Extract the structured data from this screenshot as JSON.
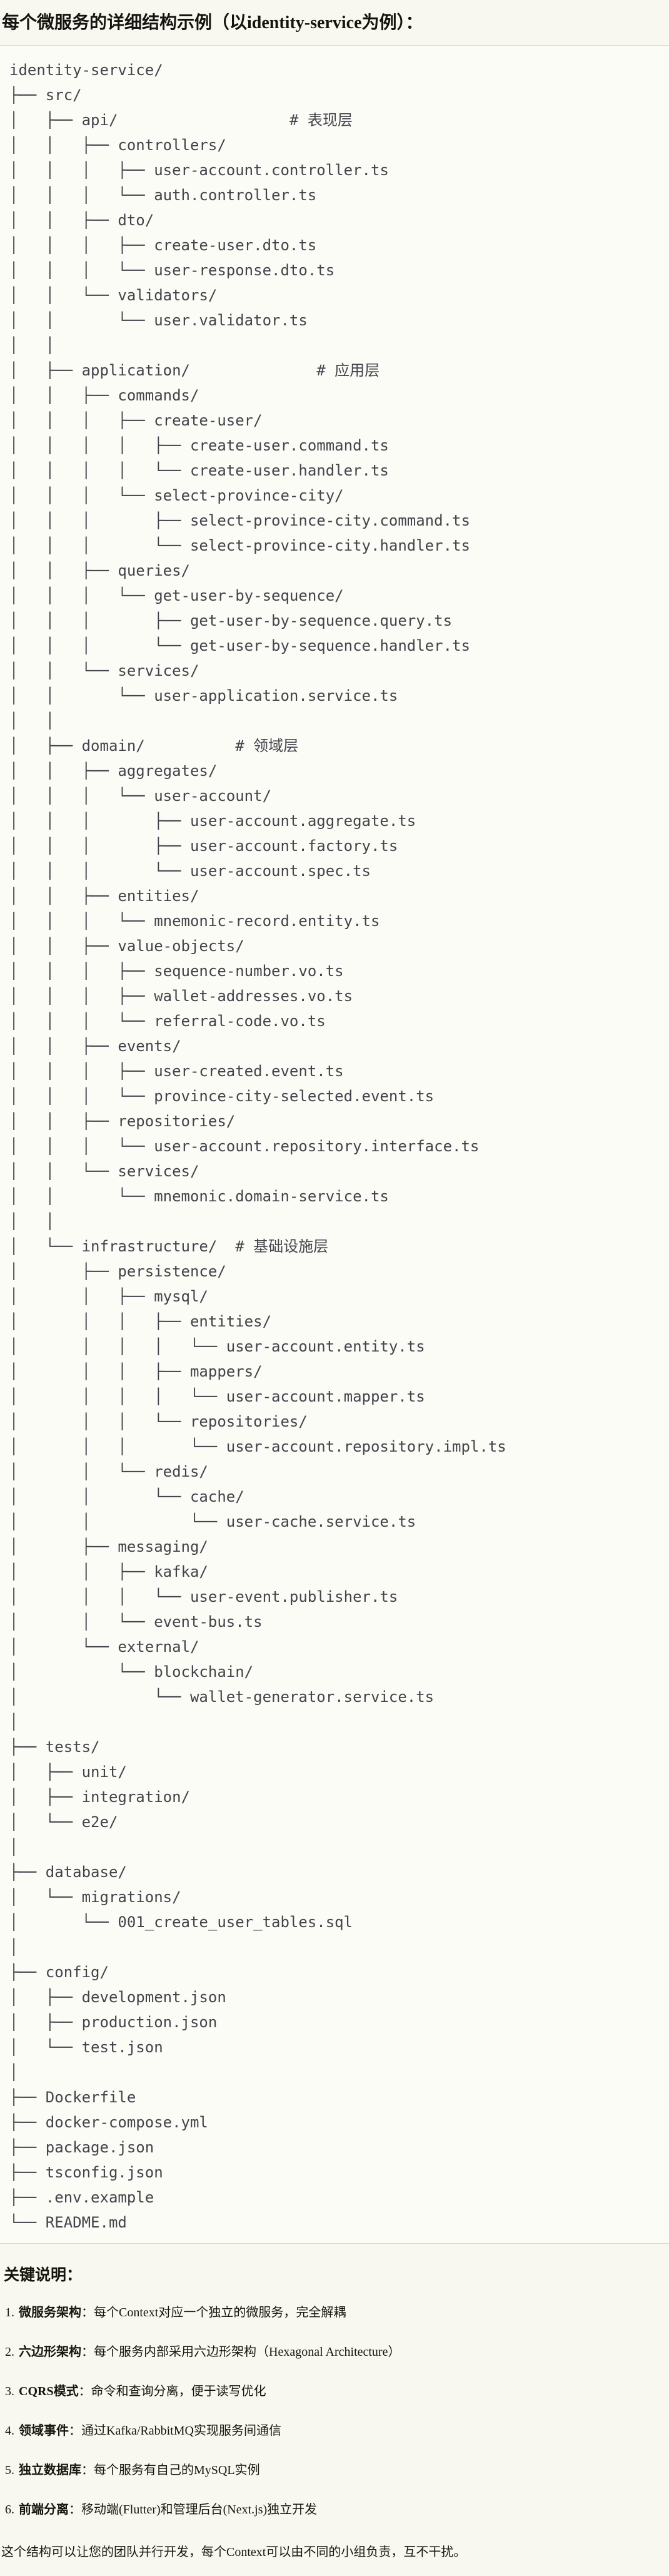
{
  "page": {
    "title": "每个微服务的详细结构示例（以identity-service为例）："
  },
  "tree": {
    "root": "identity-service/",
    "layer_comments": [
      "# 表现层",
      "# 应用层",
      "# 领域层",
      "# 基础设施层"
    ],
    "lines": [
      "identity-service/",
      "├── src/",
      "│   ├── api/                   # 表现层",
      "│   │   ├── controllers/",
      "│   │   │   ├── user-account.controller.ts",
      "│   │   │   └── auth.controller.ts",
      "│   │   ├── dto/",
      "│   │   │   ├── create-user.dto.ts",
      "│   │   │   └── user-response.dto.ts",
      "│   │   └── validators/",
      "│   │       └── user.validator.ts",
      "│   │",
      "│   ├── application/              # 应用层",
      "│   │   ├── commands/",
      "│   │   │   ├── create-user/",
      "│   │   │   │   ├── create-user.command.ts",
      "│   │   │   │   └── create-user.handler.ts",
      "│   │   │   └── select-province-city/",
      "│   │   │       ├── select-province-city.command.ts",
      "│   │   │       └── select-province-city.handler.ts",
      "│   │   ├── queries/",
      "│   │   │   └── get-user-by-sequence/",
      "│   │   │       ├── get-user-by-sequence.query.ts",
      "│   │   │       └── get-user-by-sequence.handler.ts",
      "│   │   └── services/",
      "│   │       └── user-application.service.ts",
      "│   │",
      "│   ├── domain/          # 领域层",
      "│   │   ├── aggregates/",
      "│   │   │   └── user-account/",
      "│   │   │       ├── user-account.aggregate.ts",
      "│   │   │       ├── user-account.factory.ts",
      "│   │   │       └── user-account.spec.ts",
      "│   │   ├── entities/",
      "│   │   │   └── mnemonic-record.entity.ts",
      "│   │   ├── value-objects/",
      "│   │   │   ├── sequence-number.vo.ts",
      "│   │   │   ├── wallet-addresses.vo.ts",
      "│   │   │   └── referral-code.vo.ts",
      "│   │   ├── events/",
      "│   │   │   ├── user-created.event.ts",
      "│   │   │   └── province-city-selected.event.ts",
      "│   │   ├── repositories/",
      "│   │   │   └── user-account.repository.interface.ts",
      "│   │   └── services/",
      "│   │       └── mnemonic.domain-service.ts",
      "│   │",
      "│   └── infrastructure/  # 基础设施层",
      "│       ├── persistence/",
      "│       │   ├── mysql/",
      "│       │   │   ├── entities/",
      "│       │   │   │   └── user-account.entity.ts",
      "│       │   │   ├── mappers/",
      "│       │   │   │   └── user-account.mapper.ts",
      "│       │   │   └── repositories/",
      "│       │   │       └── user-account.repository.impl.ts",
      "│       │   └── redis/",
      "│       │       └── cache/",
      "│       │           └── user-cache.service.ts",
      "│       ├── messaging/",
      "│       │   ├── kafka/",
      "│       │   │   └── user-event.publisher.ts",
      "│       │   └── event-bus.ts",
      "│       └── external/",
      "│           └── blockchain/",
      "│               └── wallet-generator.service.ts",
      "│",
      "├── tests/",
      "│   ├── unit/",
      "│   ├── integration/",
      "│   └── e2e/",
      "│",
      "├── database/",
      "│   └── migrations/",
      "│       └── 001_create_user_tables.sql",
      "│",
      "├── config/",
      "│   ├── development.json",
      "│   ├── production.json",
      "│   └── test.json",
      "│",
      "├── Dockerfile",
      "├── docker-compose.yml",
      "├── package.json",
      "├── tsconfig.json",
      "├── .env.example",
      "└── README.md"
    ]
  },
  "notes": {
    "heading": "关键说明：",
    "items": [
      {
        "num": "1.",
        "label": "微服务架构",
        "text": "：每个Context对应一个独立的微服务，完全解耦"
      },
      {
        "num": "2.",
        "label": "六边形架构",
        "text": "：每个服务内部采用六边形架构（Hexagonal Architecture）"
      },
      {
        "num": "3.",
        "label": "CQRS模式",
        "text": "：命令和查询分离，便于读写优化"
      },
      {
        "num": "4.",
        "label": "领域事件",
        "text": "：通过Kafka/RabbitMQ实现服务间通信"
      },
      {
        "num": "5.",
        "label": "独立数据库",
        "text": "：每个服务有自己的MySQL实例"
      },
      {
        "num": "6.",
        "label": "前端分离",
        "text": "：移动端(Flutter)和管理后台(Next.js)独立开发"
      }
    ],
    "footer": "这个结构可以让您的团队并行开发，每个Context可以由不同的小组负责，互不干扰。"
  },
  "colors": {
    "page_background": "#f8f7f0",
    "code_block_background": "#fcfcf7",
    "code_block_border": "#d9d7cd",
    "tree_text": "#42444b",
    "body_text": "#14130e"
  }
}
